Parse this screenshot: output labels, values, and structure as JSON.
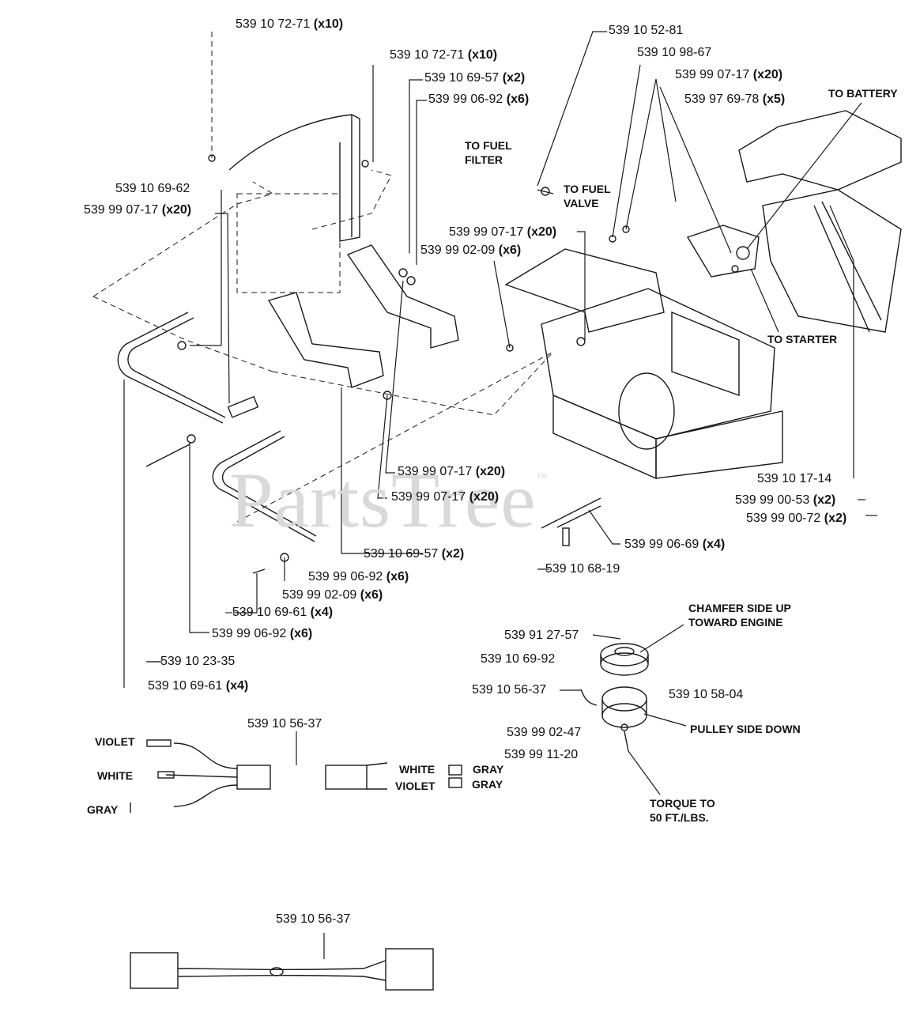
{
  "watermark": "PartsTree",
  "watermark_tm": "™",
  "labels": {
    "l01": {
      "num": "539 10 72-71",
      "qty": "(x10)"
    },
    "l02": {
      "num": "539 10 72-71",
      "qty": "(x10)"
    },
    "l03": {
      "num": "539 10 69-57",
      "qty": "(x2)"
    },
    "l04": {
      "num": "539 99 06-92",
      "qty": "(x6)"
    },
    "l05": {
      "num": "539 10 69-62",
      "qty": ""
    },
    "l06": {
      "num": "539 99 07-17",
      "qty": "(x20)"
    },
    "l07": {
      "num": "539 10 52-81",
      "qty": ""
    },
    "l08": {
      "num": "539 10 98-67",
      "qty": ""
    },
    "l09": {
      "num": "539 99 07-17",
      "qty": "(x20)"
    },
    "l10": {
      "num": "539 97 69-78",
      "qty": "(x5)"
    },
    "l11": {
      "num": "539 99 07-17",
      "qty": "(x20)"
    },
    "l12": {
      "num": "539 99 02-09",
      "qty": "(x6)"
    },
    "l13": {
      "num": "539 99 07-17",
      "qty": "(x20)"
    },
    "l14": {
      "num": "539 99 07-17",
      "qty": "(x20)"
    },
    "l15": {
      "num": "539 10 69-57",
      "qty": "(x2)"
    },
    "l16": {
      "num": "539 99 06-92",
      "qty": "(x6)"
    },
    "l17": {
      "num": "539 99 02-09",
      "qty": "(x6)"
    },
    "l18": {
      "num": "539 10 69-61",
      "qty": "(x4)"
    },
    "l19": {
      "num": "539 99 06-92",
      "qty": "(x6)"
    },
    "l20": {
      "num": "539 10 23-35",
      "qty": ""
    },
    "l21": {
      "num": "539 10 69-61",
      "qty": "(x4)"
    },
    "l22": {
      "num": "539 10 17-14",
      "qty": ""
    },
    "l23": {
      "num": "539 99 00-53",
      "qty": "(x2)"
    },
    "l24": {
      "num": "539 99 00-72",
      "qty": "(x2)"
    },
    "l25": {
      "num": "539 99 06-69",
      "qty": "(x4)"
    },
    "l26": {
      "num": "539 10 68-19",
      "qty": ""
    },
    "l27": {
      "num": "539 91 27-57",
      "qty": ""
    },
    "l28": {
      "num": "539 10 69-92",
      "qty": ""
    },
    "l29": {
      "num": "539 10 56-37",
      "qty": ""
    },
    "l30": {
      "num": "539 10 58-04",
      "qty": ""
    },
    "l31": {
      "num": "539 99 02-47",
      "qty": ""
    },
    "l32": {
      "num": "539 99 11-20",
      "qty": ""
    },
    "l33": {
      "num": "539 10 56-37",
      "qty": ""
    },
    "l34": {
      "num": "539 10 56-37",
      "qty": ""
    }
  },
  "notes": {
    "to_battery": "TO BATTERY",
    "to_fuel_filter_1": "TO FUEL",
    "to_fuel_filter_2": "FILTER",
    "to_fuel_valve_1": "TO FUEL",
    "to_fuel_valve_2": "VALVE",
    "to_starter": "TO STARTER",
    "chamfer_1": "CHAMFER SIDE UP",
    "chamfer_2": "TOWARD ENGINE",
    "pulley_side": "PULLEY SIDE DOWN",
    "torque_1": "TORQUE TO",
    "torque_2": "50 FT./LBS."
  },
  "wires": {
    "violet_left": "VIOLET",
    "white_left": "WHITE",
    "gray_left": "GRAY",
    "white_right": "WHITE",
    "violet_right": "VIOLET",
    "gray_right_1": "GRAY",
    "gray_right_2": "GRAY"
  }
}
